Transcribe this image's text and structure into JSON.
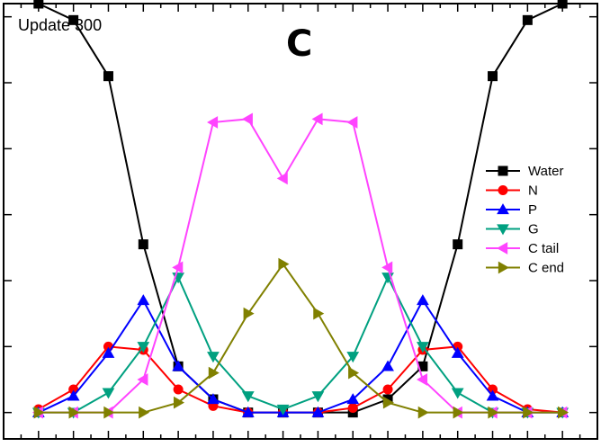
{
  "header": {
    "update_label": "Update 300",
    "panel_label": "C"
  },
  "chart_data": {
    "type": "line",
    "title": "",
    "xlabel": "",
    "ylabel": "",
    "x": [
      1,
      2,
      3,
      4,
      5,
      6,
      7,
      8,
      9,
      10,
      11,
      12,
      13,
      14,
      15,
      16
    ],
    "xlim": [
      0,
      17
    ],
    "ylim": [
      -0.4,
      6.2
    ],
    "grid": false,
    "legend_position": "right",
    "series": [
      {
        "name": "Water",
        "color": "#000000",
        "marker": "square",
        "values": [
          6.2,
          5.95,
          5.1,
          2.55,
          0.7,
          0.2,
          0.0,
          0.0,
          0.0,
          0.0,
          0.2,
          0.7,
          2.55,
          5.1,
          5.95,
          6.2
        ]
      },
      {
        "name": "N",
        "color": "#ff0000",
        "marker": "circle",
        "values": [
          0.05,
          0.35,
          1.0,
          0.95,
          0.35,
          0.1,
          0.0,
          0.0,
          0.0,
          0.07,
          0.35,
          0.95,
          1.0,
          0.35,
          0.05,
          0.0
        ]
      },
      {
        "name": "P",
        "color": "#0000ff",
        "marker": "triangle-up",
        "values": [
          0.0,
          0.25,
          0.9,
          1.7,
          0.7,
          0.2,
          0.0,
          0.0,
          0.0,
          0.2,
          0.7,
          1.7,
          0.9,
          0.25,
          0.0,
          0.0
        ]
      },
      {
        "name": "G",
        "color": "#00a080",
        "marker": "triangle-down",
        "values": [
          0.0,
          0.0,
          0.3,
          1.0,
          2.05,
          0.85,
          0.25,
          0.05,
          0.25,
          0.85,
          2.05,
          1.0,
          0.3,
          0.0,
          0.0,
          0.0
        ]
      },
      {
        "name": "C tail",
        "color": "#ff44ff",
        "marker": "triangle-left",
        "values": [
          0.0,
          0.0,
          0.0,
          0.5,
          2.2,
          4.4,
          4.45,
          3.55,
          4.45,
          4.4,
          2.2,
          0.5,
          0.0,
          0.0,
          0.0,
          0.0
        ]
      },
      {
        "name": "C end",
        "color": "#808000",
        "marker": "triangle-right",
        "values": [
          0.0,
          0.0,
          0.0,
          0.0,
          0.15,
          0.6,
          1.5,
          2.25,
          1.5,
          0.6,
          0.15,
          0.0,
          0.0,
          0.0,
          0.0,
          0.0
        ]
      }
    ]
  }
}
